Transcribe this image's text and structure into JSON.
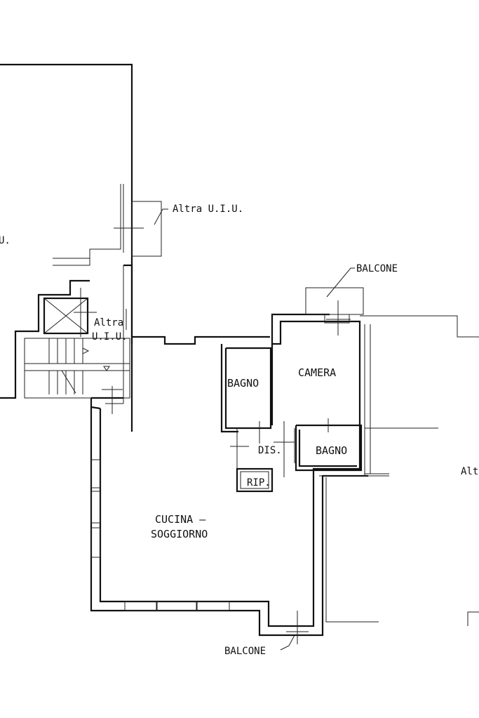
{
  "labels": {
    "altra_uiu_top": "Altra U.I.U.",
    "altra_uiu_left_fragment": "U.",
    "balcone_top": "BALCONE",
    "altra_stair_line1": "Altra",
    "altra_stair_line2": "U.I.U.",
    "bagno_left": "BAGNO",
    "camera": "CAMERA",
    "dis": "DIS.",
    "bagno_right": "BAGNO",
    "rip": "RIP.",
    "cucina_line1": "CUCINA –",
    "cucina_line2": "SOGGIORNO",
    "altra_right_fragment": "Altr",
    "balcone_bottom": "BALCONE"
  }
}
